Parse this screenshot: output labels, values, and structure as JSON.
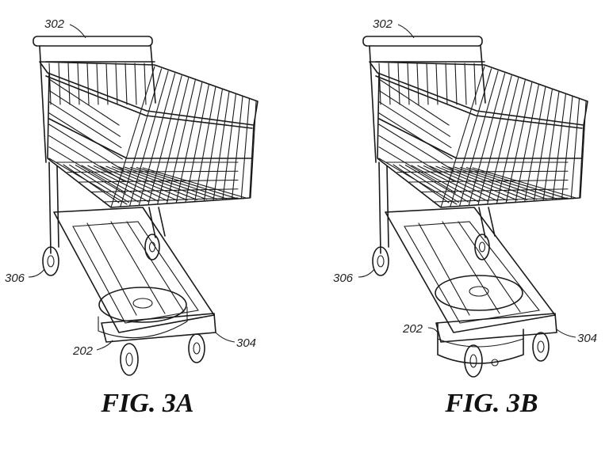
{
  "figures": [
    {
      "id": "3A",
      "caption": "FIG. 3A",
      "labels": {
        "handle": "302",
        "base": "304",
        "wheel": "306",
        "device": "202"
      }
    },
    {
      "id": "3B",
      "caption": "FIG. 3B",
      "labels": {
        "handle": "302",
        "base": "304",
        "wheel": "306",
        "device": "202"
      }
    }
  ]
}
